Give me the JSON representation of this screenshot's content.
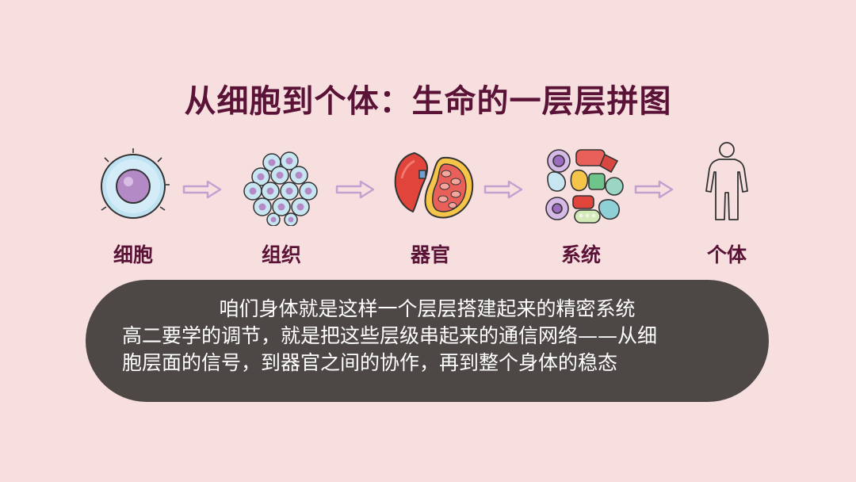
{
  "title": "从细胞到个体：生命的一层层拼图",
  "stages": [
    {
      "label": "细胞",
      "icon": "cell-icon"
    },
    {
      "label": "组织",
      "icon": "tissue-icon"
    },
    {
      "label": "器官",
      "icon": "organ-icon"
    },
    {
      "label": "系统",
      "icon": "organ-system-icon"
    },
    {
      "label": "个体",
      "icon": "human-body-icon"
    }
  ],
  "caption": {
    "lines": [
      "咱们身体就是这样一个层层搭建起来的精密系统",
      "高二要学的调节，就是把这些层级串起来的通信网络——从细",
      "胞层面的信号，到器官之间的协作，再到整个身体的稳态"
    ]
  },
  "colors": {
    "background": "#f7dfe0",
    "title": "#5a1236",
    "caption_bg": "#4d4745",
    "arrow": "#c4a0cf"
  }
}
